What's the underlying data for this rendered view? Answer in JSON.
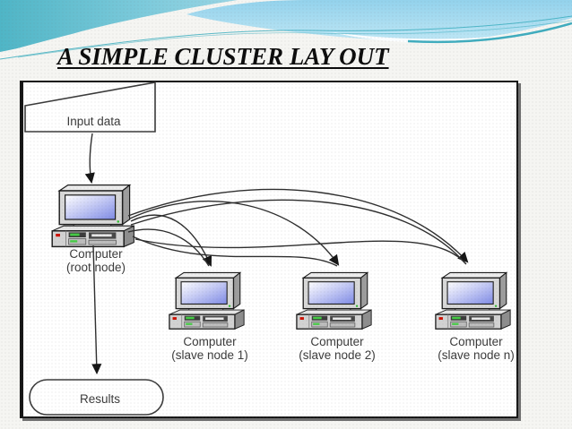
{
  "slide": {
    "title": "A SIMPLE CLUSTER LAY OUT"
  },
  "diagram": {
    "input": {
      "label": "Input data"
    },
    "results": {
      "label": "Results"
    },
    "root": {
      "line1": "Computer",
      "line2": "(root node)"
    },
    "slaves": [
      {
        "line1": "Computer",
        "line2": "(slave node 1)"
      },
      {
        "line1": "Computer",
        "line2": "(slave node 2)"
      },
      {
        "line1": "Computer",
        "line2": "(slave node n)"
      }
    ]
  },
  "colors": {
    "header_teal": "#4fb5c6",
    "header_light_blue": "#9ad5ec",
    "header_accent_line": "#2ba4b8",
    "page_background": "#f5f5f2",
    "diagram_border": "#161616",
    "connector": "#2e2e2e",
    "screen_blue": "#7e8ae6",
    "led_green": "#44cc44",
    "led_red": "#cc1100",
    "label_text": "#3b3b3b"
  }
}
